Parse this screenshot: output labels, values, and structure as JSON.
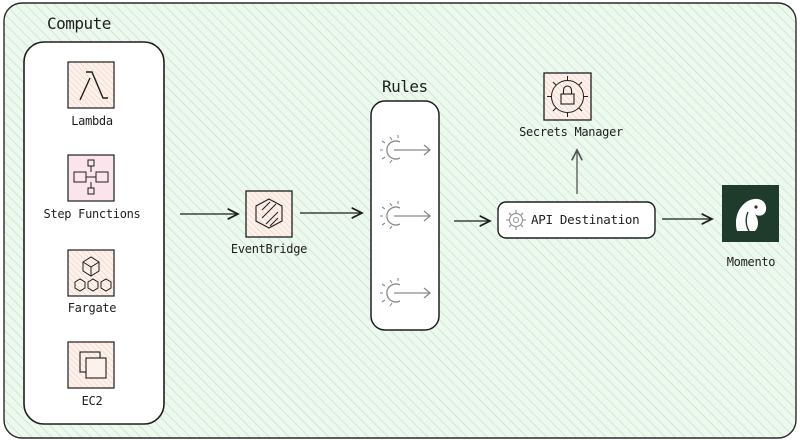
{
  "diagram": {
    "compute_group": {
      "title": "Compute",
      "items": [
        {
          "label": "Lambda",
          "icon": "lambda-icon"
        },
        {
          "label": "Step Functions",
          "icon": "step-functions-icon"
        },
        {
          "label": "Fargate",
          "icon": "fargate-icon"
        },
        {
          "label": "EC2",
          "icon": "ec2-icon"
        }
      ]
    },
    "eventbridge": {
      "label": "EventBridge",
      "icon": "eventbridge-icon"
    },
    "rules_group": {
      "title": "Rules",
      "rule_icons": [
        "rule-icon",
        "rule-icon",
        "rule-icon"
      ]
    },
    "api_destination": {
      "label": "API Destination",
      "icon": "gear-icon"
    },
    "secrets_manager": {
      "label": "Secrets Manager",
      "icon": "secrets-manager-icon"
    },
    "momento": {
      "label": "Momento",
      "icon": "momento-logo"
    },
    "colors": {
      "background_fill": "#e8f6ea",
      "hatch": "#bfe3c6",
      "icon_fill": "#fbe9e3",
      "icon_border": "#9a7a6a",
      "momento_bg": "#1f3b2c",
      "stroke": "#1e1e1e"
    }
  }
}
